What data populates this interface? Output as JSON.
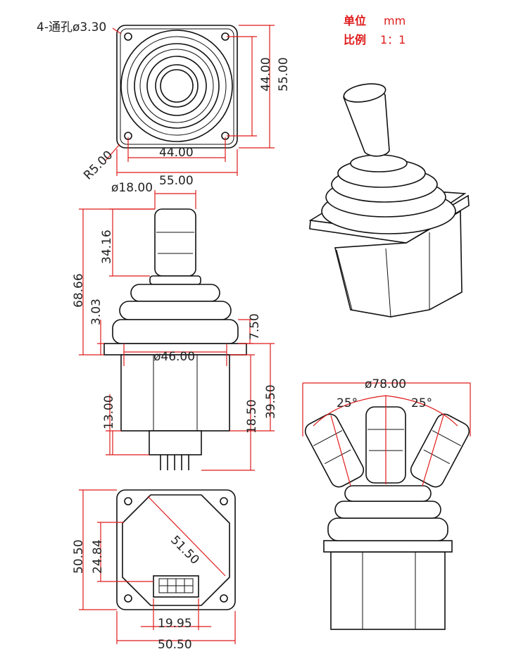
{
  "notes": {
    "unit_label": "单位",
    "unit_value": "mm",
    "scale_label": "比例",
    "scale_value": "1：1"
  },
  "top_view": {
    "hole_callout": "4-通孔ø3.30",
    "radius": "R5.00",
    "inner_width": "44.00",
    "outer_width": "55.00",
    "inner_height": "44.00",
    "outer_height": "55.00"
  },
  "front_view": {
    "handle_dia": "ø18.00",
    "handle_height": "34.16",
    "total_height": "68.66",
    "flange_gap": "3.03",
    "boot_height": "7.50",
    "boot_dia": "ø46.00",
    "body_height": "39.50",
    "base_height": "18.50",
    "pin_height": "13.00"
  },
  "bottom_view": {
    "diagonal": "51.50",
    "outer_height": "50.50",
    "connector_offset": "24.84",
    "connector_width": "19.95",
    "outer_width": "50.50"
  },
  "swing_view": {
    "span_dia": "ø78.00",
    "angle_left": "25°",
    "angle_right": "25°"
  },
  "colors": {
    "dimension": "#e01b1b",
    "outline": "#111111"
  }
}
